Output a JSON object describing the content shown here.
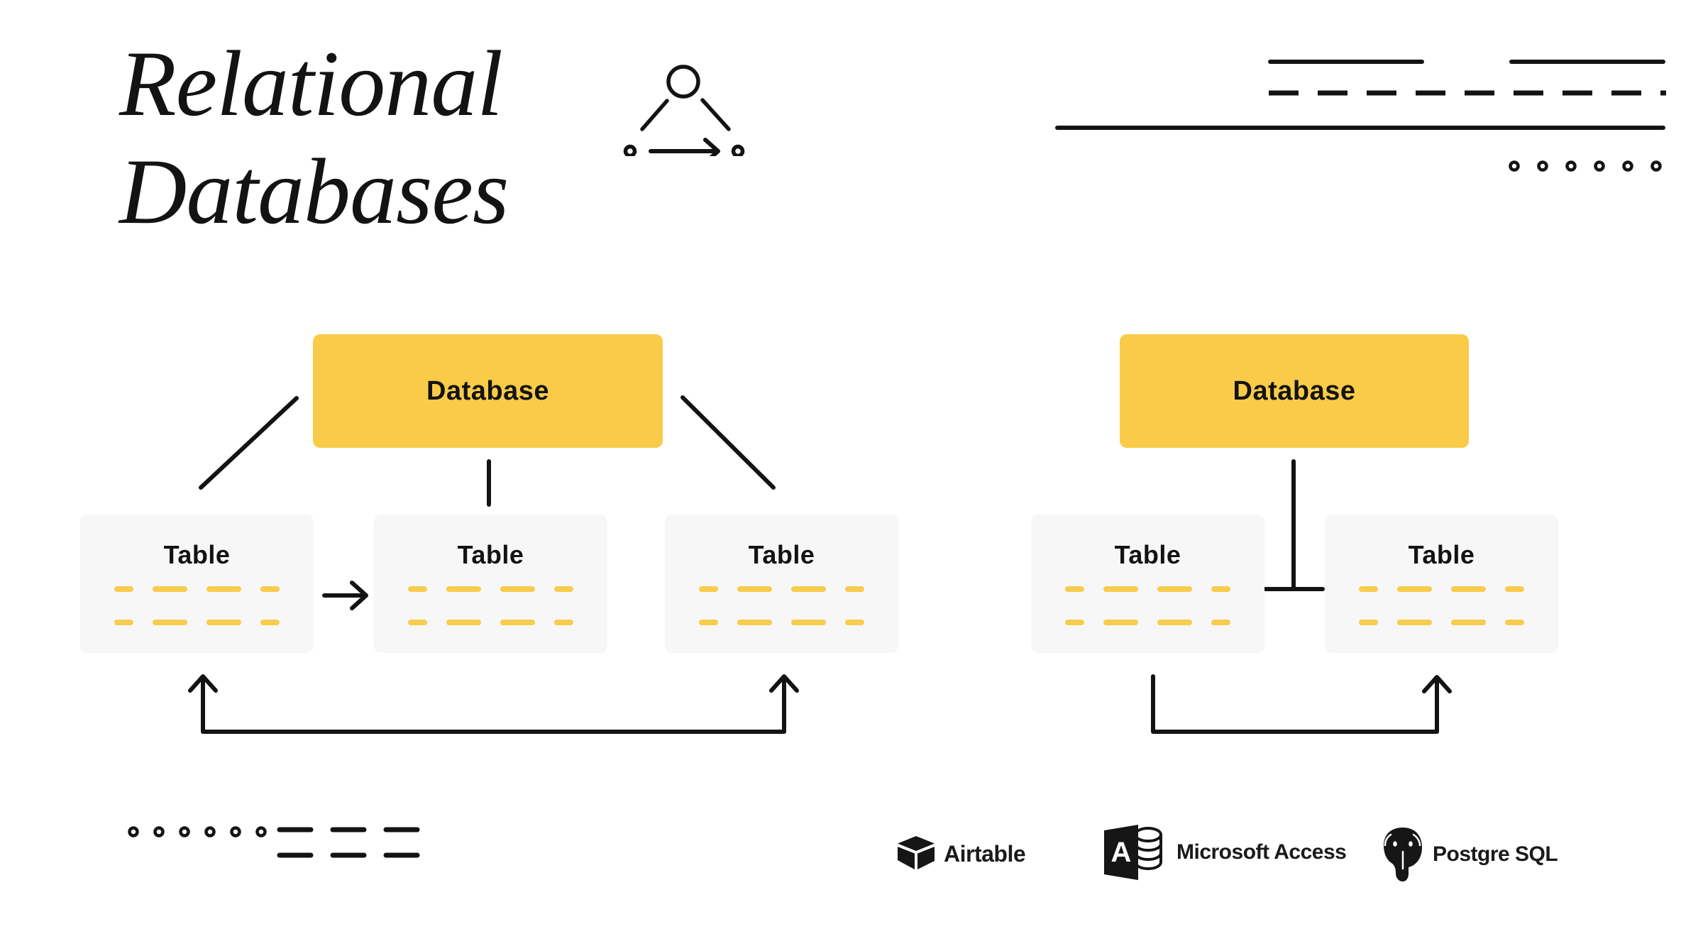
{
  "title": {
    "line1": "Relational",
    "line2": "Databases"
  },
  "left_diagram": {
    "database_label": "Database",
    "tables": [
      "Table",
      "Table",
      "Table"
    ]
  },
  "right_diagram": {
    "database_label": "Database",
    "tables": [
      "Table",
      "Table"
    ]
  },
  "logos": {
    "airtable": "Airtable",
    "access": "Microsoft Access",
    "postgresql": "Postgre SQL"
  },
  "colors": {
    "accent_yellow": "#F9CB48",
    "dash_yellow": "#F8CC4D",
    "table_bg": "#F7F7F8",
    "ink": "#141414"
  }
}
